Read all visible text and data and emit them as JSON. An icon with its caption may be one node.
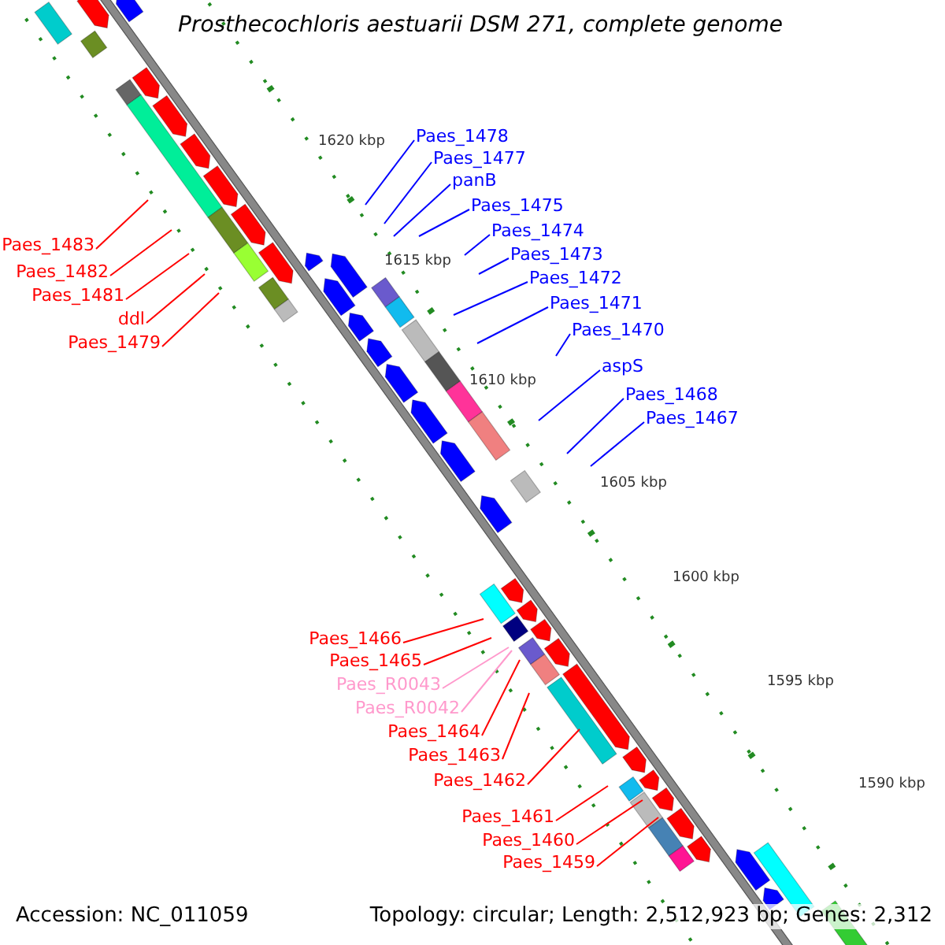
{
  "diagram": {
    "title": "Prosthecochloris aestuarii DSM 271, complete genome",
    "nodes": [
      {
        "text": [
          "Paes_1483"
        ]
      },
      {
        "text": [
          "Paes_1482"
        ]
      },
      {
        "text": [
          "Paes_1481"
        ]
      },
      {
        "text": [
          "ddl"
        ]
      },
      {
        "text": [
          "Paes_1479"
        ]
      },
      {
        "text": [
          "Paes_1478"
        ]
      },
      {
        "text": [
          "Paes_1477"
        ]
      },
      {
        "text": [
          "panB"
        ]
      },
      {
        "text": [
          "Paes_1475"
        ]
      },
      {
        "text": [
          "Paes_1474"
        ]
      },
      {
        "text": [
          "Paes_1473"
        ]
      },
      {
        "text": [
          "Paes_1472"
        ]
      },
      {
        "text": [
          "Paes_1471"
        ]
      },
      {
        "text": [
          "Paes_1470"
        ]
      },
      {
        "text": [
          "aspS"
        ]
      },
      {
        "text": [
          "Paes_1468"
        ]
      },
      {
        "text": [
          "Paes_1467"
        ]
      },
      {
        "text": [
          "Paes_1466"
        ]
      },
      {
        "text": [
          "Paes_1465"
        ]
      },
      {
        "text": [
          "Paes_R0043"
        ]
      },
      {
        "text": [
          "Paes_R0042"
        ]
      },
      {
        "text": [
          "Paes_1464"
        ]
      },
      {
        "text": [
          "Paes_1463"
        ]
      },
      {
        "text": [
          "Paes_1462"
        ]
      },
      {
        "text": [
          "Paes_1461"
        ]
      },
      {
        "text": [
          "Paes_1460"
        ]
      },
      {
        "text": [
          "Paes_1459"
        ]
      }
    ],
    "edges": [
      {
        "from": 0,
        "to": null,
        "arrow": "none"
      },
      {
        "from": 1,
        "to": null,
        "arrow": "none"
      },
      {
        "from": 2,
        "to": null,
        "arrow": "none"
      },
      {
        "from": 3,
        "to": null,
        "arrow": "none"
      },
      {
        "from": 4,
        "to": null,
        "arrow": "none"
      },
      {
        "from": 5,
        "to": null,
        "arrow": "none",
        "color": "#0000ff"
      },
      {
        "from": 6,
        "to": null,
        "arrow": "none",
        "color": "#0000ff"
      },
      {
        "from": 7,
        "to": null,
        "arrow": "none",
        "color": "#0000ff"
      },
      {
        "from": 8,
        "to": null,
        "arrow": "none",
        "color": "#0000ff"
      },
      {
        "from": 9,
        "to": null,
        "arrow": "none",
        "color": "#0000ff"
      },
      {
        "from": 10,
        "to": null,
        "arrow": "none",
        "color": "#0000ff"
      },
      {
        "from": 11,
        "to": null,
        "arrow": "none",
        "color": "#0000ff"
      },
      {
        "from": 12,
        "to": null,
        "arrow": "none",
        "color": "#0000ff"
      },
      {
        "from": 13,
        "to": null,
        "arrow": "none",
        "color": "#0000ff"
      },
      {
        "from": 14,
        "to": null,
        "arrow": "none",
        "color": "#0000ff"
      },
      {
        "from": 15,
        "to": null,
        "arrow": "none",
        "color": "#0000ff"
      },
      {
        "from": 16,
        "to": null,
        "arrow": "none",
        "color": "#0000ff"
      },
      {
        "from": 17,
        "to": null,
        "arrow": "none"
      },
      {
        "from": 18,
        "to": null,
        "arrow": "none"
      },
      {
        "from": 19,
        "to": null,
        "arrow": "none",
        "color": "#ff99cc"
      },
      {
        "from": 20,
        "to": null,
        "arrow": "none",
        "color": "#ff99cc"
      },
      {
        "from": 21,
        "to": null,
        "arrow": "none"
      },
      {
        "from": 22,
        "to": null,
        "arrow": "none"
      },
      {
        "from": 23,
        "to": null,
        "arrow": "none"
      },
      {
        "from": 24,
        "to": null,
        "arrow": "none"
      },
      {
        "from": 25,
        "to": null,
        "arrow": "none"
      },
      {
        "from": 26,
        "to": null,
        "arrow": "none"
      }
    ],
    "labels": [
      "1620 kbp",
      "1615 kbp",
      "1610 kbp",
      "1605 kbp",
      "1600 kbp",
      "1595 kbp",
      "1590 kbp",
      "Accession: NC_011059",
      "Topology: circular; Length: 2,512,923 bp; Genes: 2,312"
    ]
  }
}
